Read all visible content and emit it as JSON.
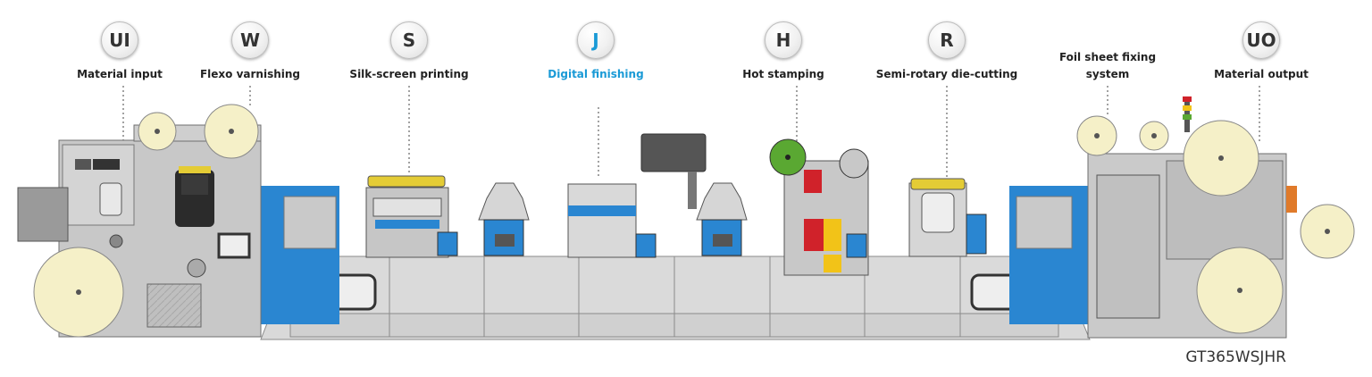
{
  "model": "GT365WSJHR",
  "colors": {
    "accent_blue": "#1a9ad6",
    "base_gray": "#d9d9d9",
    "frame_gray": "#c8c8c8",
    "roll_cream": "#f5f0c8",
    "module_blue": "#2a86d1",
    "hot_stamp_red": "#d0222a",
    "hot_stamp_yellow": "#f2c318",
    "roll_green": "#5aa832"
  },
  "stations": [
    {
      "code": "UI",
      "label": "Material input"
    },
    {
      "code": "W",
      "label": "Flexo varnishing"
    },
    {
      "code": "S",
      "label": "Silk-screen printing"
    },
    {
      "code": "J",
      "label": "Digital finishing",
      "highlight": true
    },
    {
      "code": "H",
      "label": "Hot stamping"
    },
    {
      "code": "R",
      "label": "Semi-rotary die-cutting"
    },
    {
      "code": "",
      "label": "Foil sheet fixing system"
    },
    {
      "code": "UO",
      "label": "Material output"
    }
  ]
}
